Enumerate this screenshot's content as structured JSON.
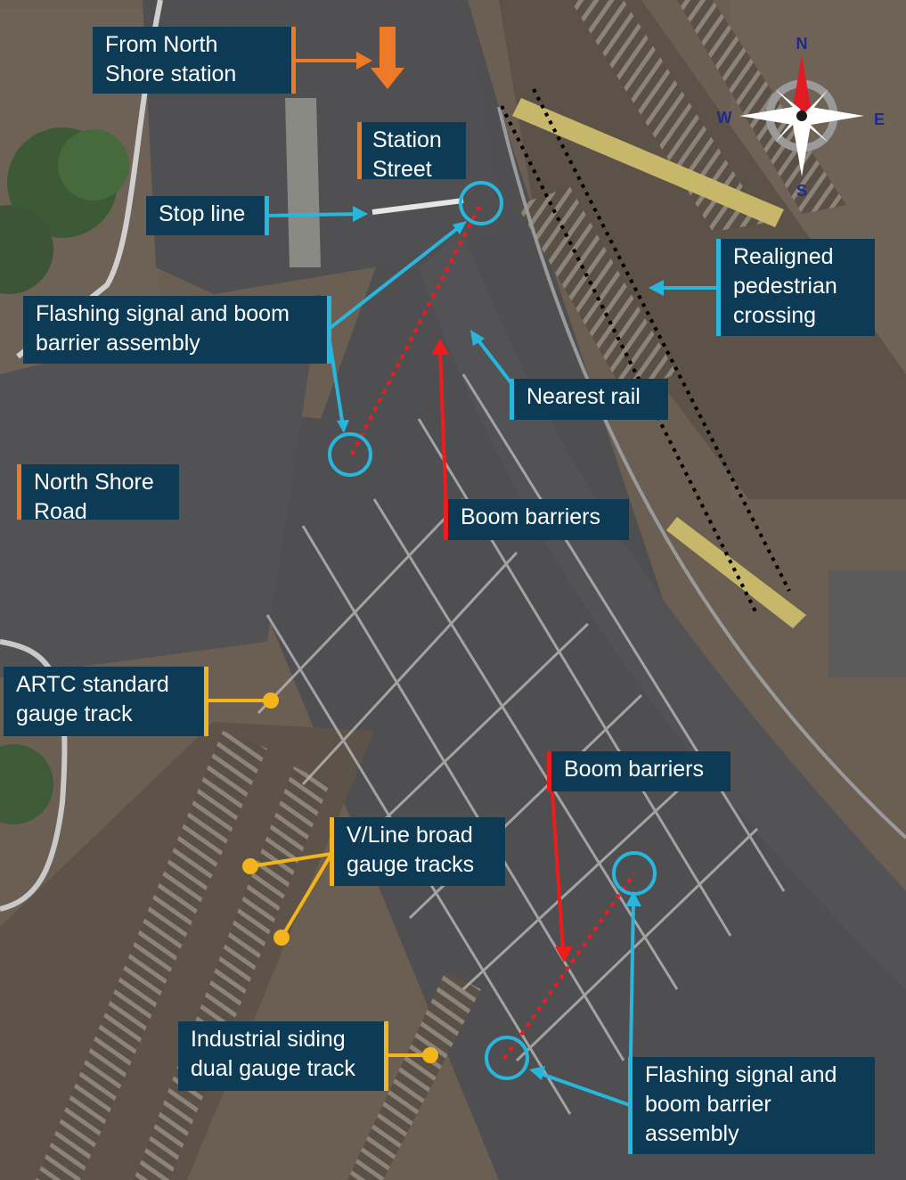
{
  "image": {
    "description_free": true
  },
  "colors": {
    "label_bg": "#0d3b55",
    "orange": "#ec7a26",
    "cyan": "#29b6dc",
    "red": "#ee1c1c",
    "yellow": "#f2b51c",
    "asphalt": "#4f4f52",
    "ground": "#6b5e52"
  },
  "labels": {
    "from_north": "From North\nShore station",
    "station_street": "Station\nStreet",
    "stop_line": "Stop line",
    "flashing_top": "Flashing signal and boom\nbarrier assembly",
    "realigned": "Realigned\npedestrian\ncrossing",
    "nearest_rail": "Nearest rail",
    "north_shore_road": "North Shore\nRoad",
    "boom_top": "Boom barriers",
    "artc": "ARTC standard\ngauge track",
    "boom_bottom": "Boom barriers",
    "vline": "V/Line broad\ngauge tracks",
    "industrial": "Industrial siding\ndual gauge track",
    "flashing_bottom": "Flashing signal and\nboom barrier\nassembly"
  },
  "compass": {
    "n": "N",
    "s": "S",
    "e": "E",
    "w": "W",
    "icon": "compass-rose-icon"
  }
}
